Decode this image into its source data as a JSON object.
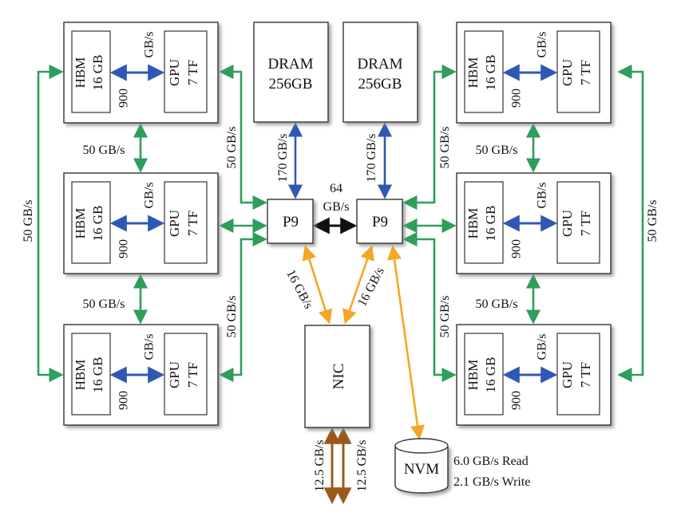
{
  "node": {
    "hbm": [
      "HBM",
      "16 GB"
    ],
    "gpu": [
      "GPU",
      "7 TF"
    ],
    "hbm_gpu_bw": [
      "900",
      "GB/s"
    ]
  },
  "dram": {
    "name": "DRAM",
    "size": "256GB"
  },
  "cpu": "P9",
  "nic": "NIC",
  "nvm": {
    "name": "NVM",
    "read": "6.0 GB/s Read",
    "write": "2.1 GB/s Write"
  },
  "bandwidth": {
    "nvlink": "50 GB/s",
    "dram": "170 GB/s",
    "xbus": [
      "64",
      "GB/s"
    ],
    "pcie": "16 GB/s",
    "network": "12.5 GB/s"
  },
  "colors": {
    "nvlink": "#2e9e5b",
    "memory": "#2f58b5",
    "xbus": "#111111",
    "pcie": "#f5a623",
    "network": "#9a5a1c",
    "node_shadow": "#9a9a9a"
  }
}
